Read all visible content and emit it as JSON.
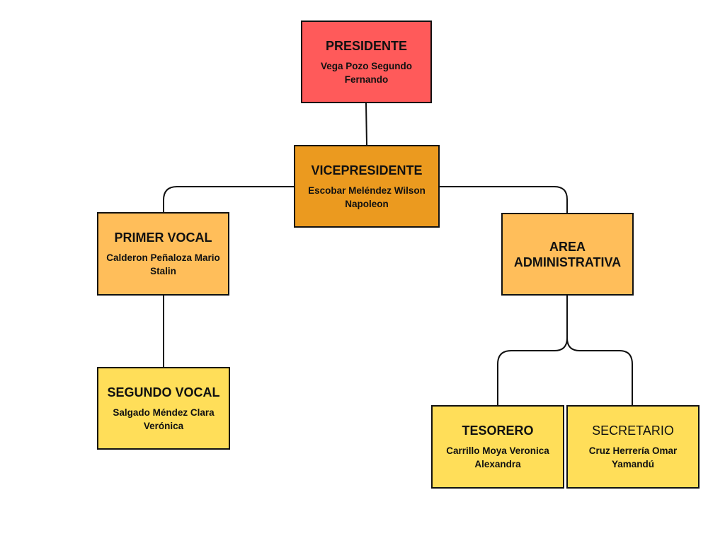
{
  "colors": {
    "presidente": "#ff5a5a",
    "vicepresidente": "#eb9a1f",
    "vocal_primary": "#ffbe5a",
    "area": "#ffbe5a",
    "level_light": "#ffde59",
    "line": "#111111"
  },
  "nodes": {
    "presidente": {
      "title": "PRESIDENTE",
      "person": "Vega Pozo Segundo Fernando"
    },
    "vicepresidente": {
      "title": "VICEPRESIDENTE",
      "person": "Escobar Meléndez Wilson Napoleon"
    },
    "primer_vocal": {
      "title": "PRIMER VOCAL",
      "person": "Calderon Peñaloza Mario Stalin"
    },
    "segundo_vocal": {
      "title": "SEGUNDO VOCAL",
      "person": "Salgado Méndez Clara Verónica"
    },
    "area_administrativa": {
      "title": "AREA ADMINISTRATIVA"
    },
    "tesorero": {
      "title": "TESORERO",
      "person": "Carrillo Moya Veronica Alexandra"
    },
    "secretario": {
      "title": "SECRETARIO",
      "person": "Cruz Herrería Omar Yamandú"
    }
  }
}
